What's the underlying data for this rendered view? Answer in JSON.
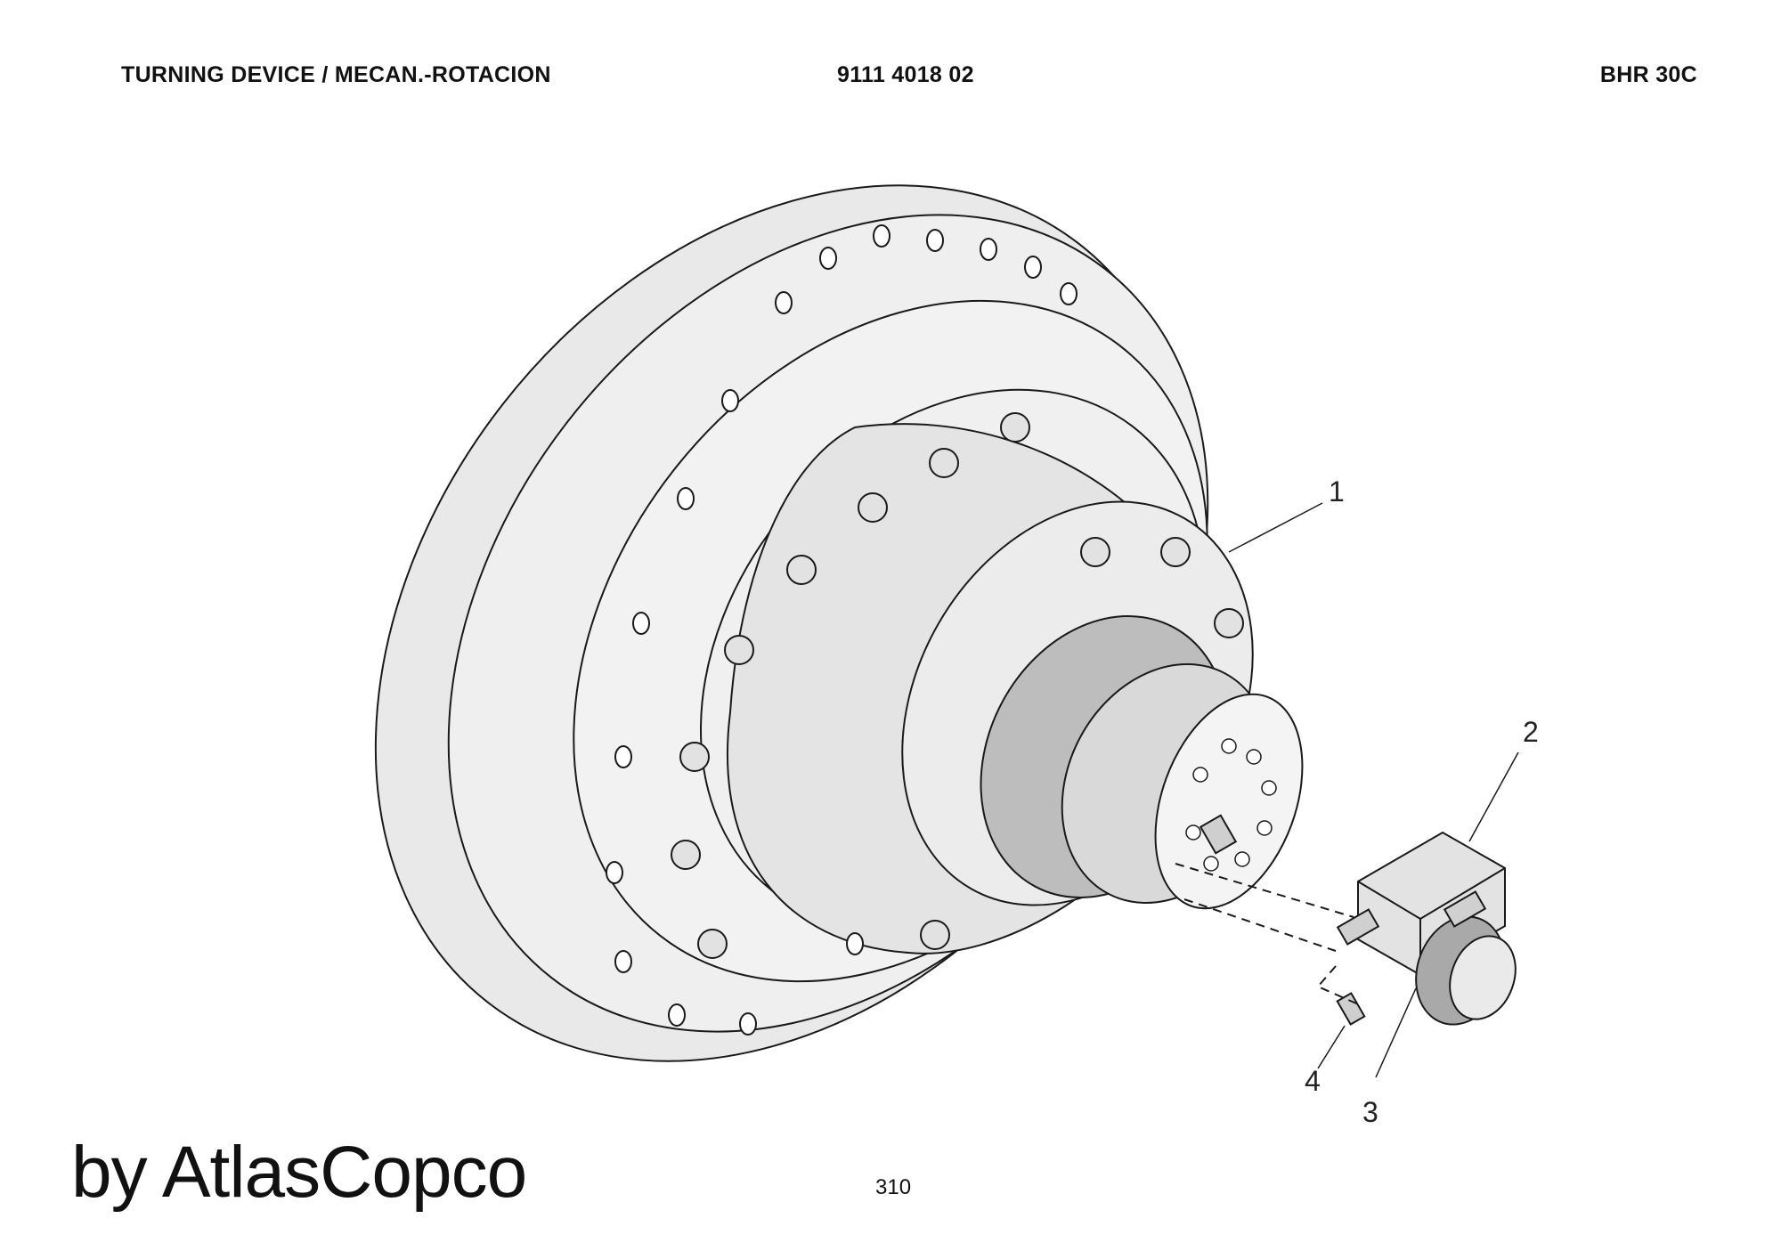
{
  "header": {
    "title": "TURNING DEVICE / MECAN.-ROTACION",
    "part_number": "9111 4018 02",
    "model": "BHR 30C"
  },
  "callouts": [
    "1",
    "2",
    "3",
    "4"
  ],
  "footer": {
    "brand": "by AtlasCopco",
    "page_number": "310"
  }
}
